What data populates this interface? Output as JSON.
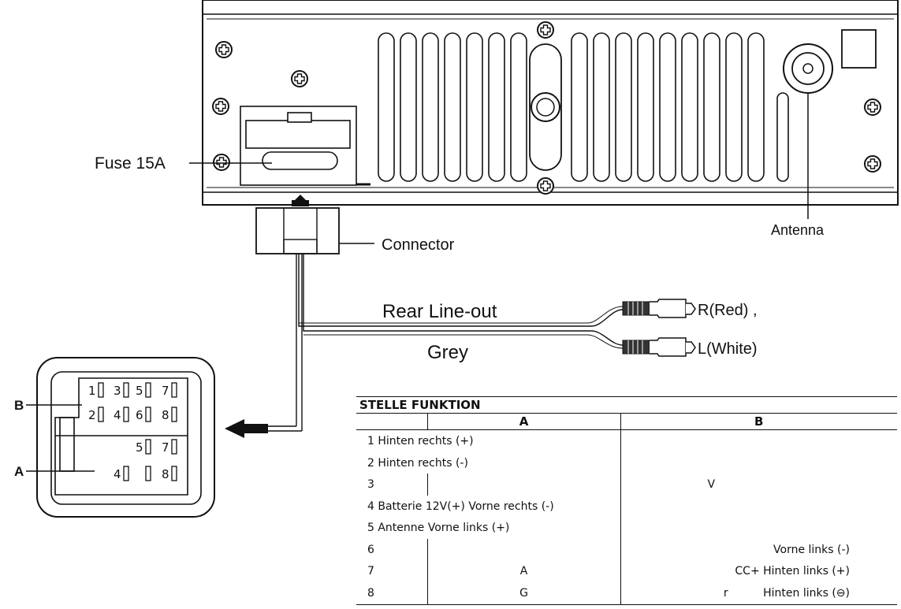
{
  "labels": {
    "fuse": "Fuse 15A",
    "connector": "Connector",
    "antenna": "Antenna",
    "rear_line_out": "Rear Line-out",
    "grey": "Grey",
    "rca_right": "R(Red) ,",
    "rca_left": "L(White)",
    "block_b": "B",
    "block_a": "A"
  },
  "connector_pins": {
    "top_row": [
      "1",
      "3",
      "5",
      "7"
    ],
    "second_row": [
      "2",
      "4",
      "6",
      "8"
    ],
    "third_row": [
      "5",
      "7"
    ],
    "bottom_row": [
      "4",
      "8"
    ]
  },
  "table": {
    "title": "STELLE FUNKTION",
    "col_a": "A",
    "col_b": "B",
    "rows": [
      {
        "pos": "1 Hinten rechts (+)",
        "a": "",
        "b": ""
      },
      {
        "pos": "2 Hinten rechts (-)",
        "a": "",
        "b": ""
      },
      {
        "pos": "3",
        "a": "",
        "b": "V"
      },
      {
        "pos": "4  Batterie 12V(+) Vorne rechts (-)",
        "a": "",
        "b": ""
      },
      {
        "pos": "5 Antenne Vorne links (+)",
        "a": "",
        "b": ""
      },
      {
        "pos": "6",
        "a": "",
        "b": "Vorne links (-)"
      },
      {
        "pos": "7",
        "a": "A",
        "b": "CC+ Hinten links (+)"
      },
      {
        "pos": "8",
        "a": "G",
        "b": "r          Hinten links (⊖)"
      }
    ]
  }
}
